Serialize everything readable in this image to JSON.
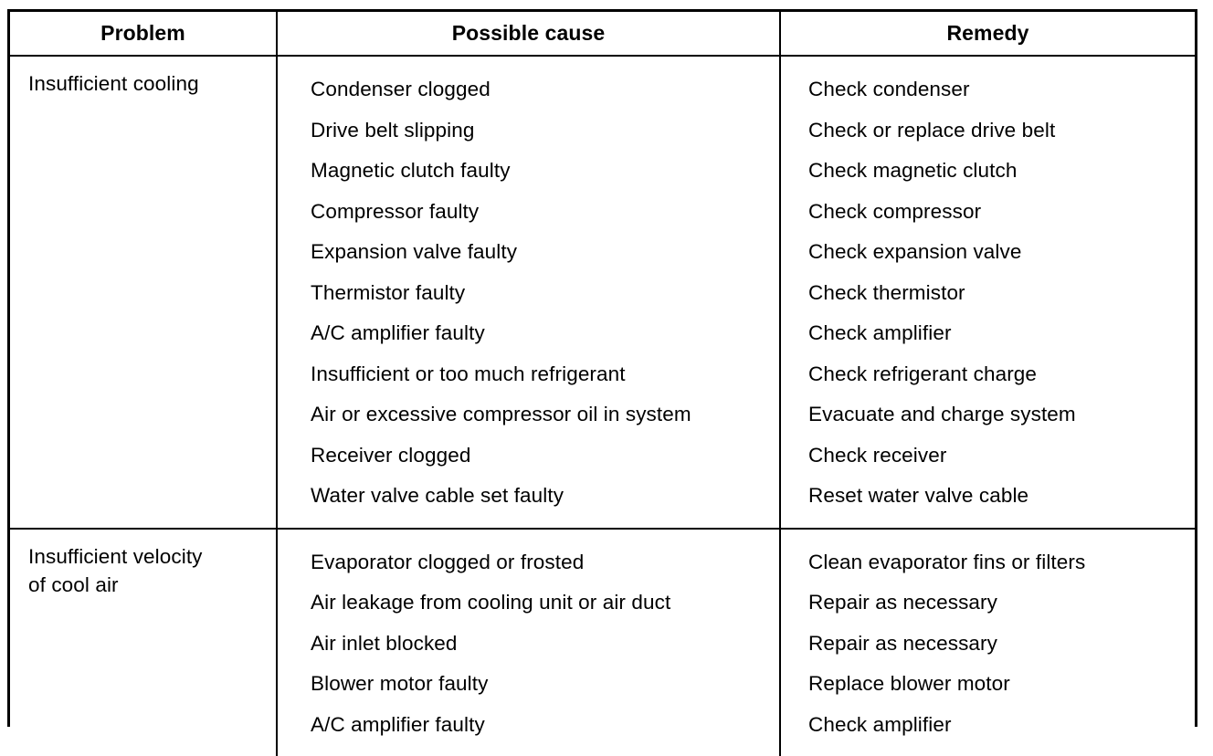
{
  "table": {
    "headers": {
      "problem": "Problem",
      "cause": "Possible cause",
      "remedy": "Remedy"
    },
    "groups": [
      {
        "problem": "Insufficient cooling",
        "problem_lines": [
          "Insufficient cooling"
        ],
        "rows": [
          {
            "cause": "Condenser clogged",
            "remedy": "Check condenser"
          },
          {
            "cause": "Drive belt slipping",
            "remedy": "Check or replace drive belt"
          },
          {
            "cause": "Magnetic clutch faulty",
            "remedy": "Check magnetic clutch"
          },
          {
            "cause": "Compressor faulty",
            "remedy": "Check compressor"
          },
          {
            "cause": "Expansion valve faulty",
            "remedy": "Check expansion valve"
          },
          {
            "cause": "Thermistor faulty",
            "remedy": "Check thermistor"
          },
          {
            "cause": "A/C amplifier faulty",
            "remedy": "Check amplifier"
          },
          {
            "cause": "Insufficient or too much refrigerant",
            "remedy": "Check refrigerant charge"
          },
          {
            "cause": "Air or excessive compressor oil in system",
            "remedy": "Evacuate and charge system"
          },
          {
            "cause": "Receiver clogged",
            "remedy": "Check receiver"
          },
          {
            "cause": "Water valve cable set faulty",
            "remedy": "Reset water valve cable"
          }
        ]
      },
      {
        "problem": "Insufficient velocity of cool air",
        "problem_lines": [
          "Insufficient velocity",
          "of cool air"
        ],
        "rows": [
          {
            "cause": "Evaporator clogged or frosted",
            "remedy": "Clean evaporator fins or filters"
          },
          {
            "cause": "Air leakage from cooling unit or air duct",
            "remedy": "Repair as necessary"
          },
          {
            "cause": "Air inlet blocked",
            "remedy": "Repair as necessary"
          },
          {
            "cause": "Blower motor faulty",
            "remedy": "Replace blower motor"
          },
          {
            "cause": "A/C amplifier faulty",
            "remedy": "Check amplifier"
          }
        ]
      }
    ]
  },
  "colors": {
    "text": "#000000",
    "border": "#000000",
    "background": "#ffffff"
  }
}
